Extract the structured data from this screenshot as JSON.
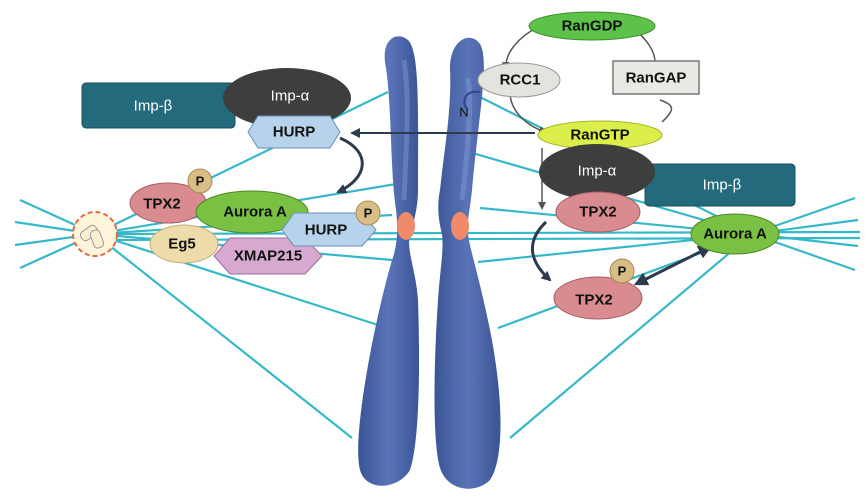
{
  "labels": {
    "imp_beta_left": "Imp-β",
    "imp_alpha_left": "Imp-α",
    "hurp_left": "HURP",
    "tpx2_left": "TPX2",
    "p_tpx2_left": "P",
    "aurora_a_left": "Aurora A",
    "hurp_bound": "HURP",
    "p_hurp": "P",
    "eg5": "Eg5",
    "xmap215": "XMAP215",
    "rangdp": "RanGDP",
    "rcc1": "RCC1",
    "rangap": "RanGAP",
    "rangtp": "RanGTP",
    "n_terminal": "N",
    "imp_alpha_right": "Imp-α",
    "imp_beta_right": "Imp-β",
    "tpx2_right": "TPX2",
    "tpx2_free": "TPX2",
    "p_tpx2_free": "P",
    "aurora_a_right": "Aurora A"
  },
  "colors": {
    "spindle": "#35b8c8",
    "chromosome": "#4a63a8",
    "kinetochore": "#f08a6a",
    "imp_beta": "#236a7c",
    "imp_alpha": "#3e3e3e",
    "hurp": "#b7d3ec",
    "tpx2": "#d98b8f",
    "phospho": "#d8bd86",
    "aurora_a": "#79c043",
    "eg5": "#eddcaa",
    "xmap215": "#d7a8d0",
    "rangdp": "#5dc24a",
    "rangtp": "#dbee4a",
    "rcc1": "#e4e4de",
    "rangap": "#e8e8e4"
  }
}
